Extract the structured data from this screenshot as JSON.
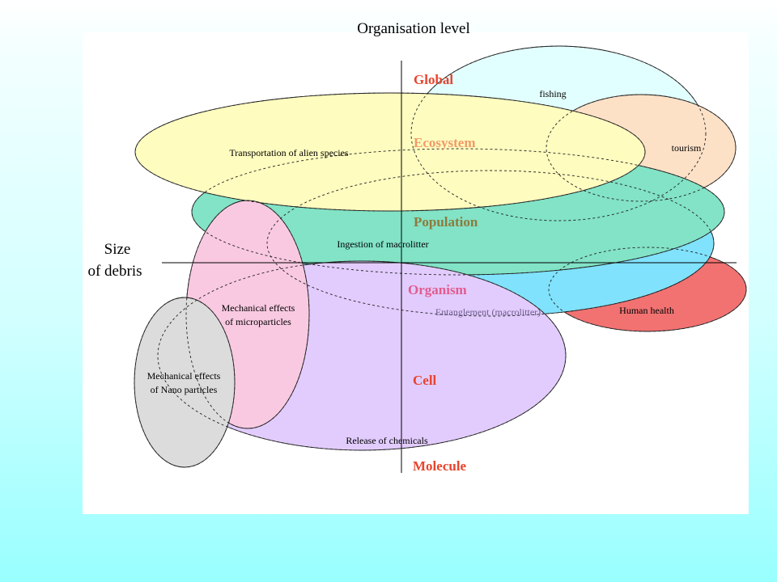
{
  "title": "Organisation level",
  "size_axis": [
    "Size",
    "of debris"
  ],
  "levels": [
    {
      "label": "Global",
      "color": "#e8442e"
    },
    {
      "label": "Ecosystem",
      "color": "#f19a68"
    },
    {
      "label": "Population",
      "color": "#8f7a3c"
    },
    {
      "label": "Organism",
      "color": "#e25b8f"
    },
    {
      "label": "Cell",
      "color": "#e8442e"
    },
    {
      "label": "Molecule",
      "color": "#e8442e"
    }
  ],
  "regions": {
    "fishing": {
      "lines": [
        "fishing"
      ],
      "fill": "#e2ffff"
    },
    "tourism": {
      "lines": [
        "tourism"
      ],
      "fill": "#fde1c7"
    },
    "human_health": {
      "lines": [
        "Human health"
      ],
      "fill": "#f27272"
    },
    "entanglement": {
      "lines": [
        "Entanglement (macrolitter)"
      ],
      "fill": "#80e2fc",
      "text_color": "#6c5c8c"
    },
    "ingestion": {
      "lines": [
        "Ingestion of macrolitter"
      ],
      "fill": "#82e3c6"
    },
    "alien_species": {
      "lines": [
        "Transportation of alien species"
      ],
      "fill": "#fefcbf"
    },
    "chemicals": {
      "lines": [
        "Release of chemicals"
      ],
      "fill": "#e2ccfd"
    },
    "microparticles": {
      "lines": [
        "Mechanical effects",
        "of microparticles"
      ],
      "fill": "#f9c9e1"
    },
    "nano": {
      "lines": [
        "Mechanical effects",
        "of Nano particles"
      ],
      "fill": "#dcdcdc"
    }
  }
}
